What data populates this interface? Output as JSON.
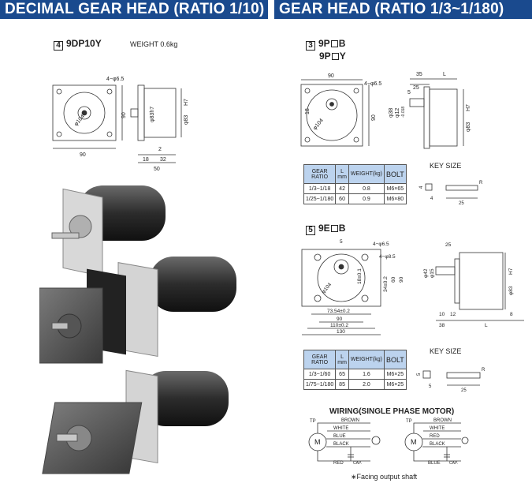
{
  "left": {
    "header": "DECIMAL GEAR HEAD (RATIO 1/10)",
    "num": "4",
    "model": "9DP10Y",
    "weight": "WEIGHT   0.6kg",
    "dims": {
      "d1": "4−φ6.5",
      "d2": "90",
      "d3": "90",
      "d4": "φ83h7",
      "d5": "φ83",
      "d6": "H7",
      "d7": "2",
      "d8": "18",
      "d9": "32",
      "d10": "50",
      "d11": "φ104"
    }
  },
  "right": {
    "header": "GEAR HEAD (RATIO 1/3~1/180)",
    "sec3": {
      "num": "3",
      "model1a": "9P",
      "model1b": "B",
      "model2a": "9P",
      "model2b": "Y",
      "dims": {
        "d1": "90",
        "d2": "4−φ6.5",
        "d3": "35",
        "d4": "L",
        "d5": "25",
        "d6": "5",
        "d7": "φ38",
        "d8": "φ12",
        "d9": "-0.018",
        "d10": "90",
        "d11": "18",
        "d12": "φ83",
        "d13": "H7",
        "d14": "φ104"
      },
      "table": {
        "headers": [
          "GEAR RATIO",
          "L\nmm",
          "WEIGHT(kg)",
          "BOLT"
        ],
        "rows": [
          [
            "1/3~1/18",
            "42",
            "0.8",
            "M6×65"
          ],
          [
            "1/25~1/180",
            "60",
            "0.9",
            "M6×80"
          ]
        ]
      },
      "key_title": "KEY SIZE",
      "key_dims": {
        "a": "4",
        "b": "4",
        "c": "25",
        "d": "R"
      }
    },
    "sec5": {
      "num": "5",
      "model_a": "9E",
      "model_b": "B",
      "dims": {
        "d1": "5",
        "d2": "4−φ6.5",
        "d3": "4−φ8.5",
        "d4": "φ104",
        "d5": "18±0.1",
        "d6": "34±0.2",
        "d7": "60",
        "d8": "90",
        "d9": "73.54±0.2",
        "d10": "90",
        "d11": "110±0.2",
        "d12": "130",
        "d13": "25",
        "d14": "φ42",
        "d15": "φ15",
        "d16": "φ83",
        "d17": "H7",
        "d18": "10",
        "d19": "12",
        "d20": "38",
        "d21": "L",
        "d22": "8"
      },
      "table": {
        "headers": [
          "GEAR RATIO",
          "L\nmm",
          "WEIGHT(kg)",
          "BOLT"
        ],
        "rows": [
          [
            "1/3~1/60",
            "65",
            "1.6",
            "M6×25"
          ],
          [
            "1/75~1/180",
            "85",
            "2.0",
            "M6×25"
          ]
        ]
      },
      "key_title": "KEY SIZE",
      "key_dims": {
        "a": "5",
        "b": "5",
        "c": "25",
        "d": "R"
      }
    },
    "wiring": {
      "title": "WIRING(SINGLE PHASE MOTOR)",
      "left": {
        "tp": "TP",
        "brown": "BROWN",
        "white": "WHITE",
        "blue": "BLUE",
        "black": "BLACK",
        "red": "RED",
        "cap": "CAP.",
        "m": "M"
      },
      "right": {
        "tp": "TP",
        "brown": "BROWN",
        "white": "WHITE",
        "red": "RED",
        "black": "BLACK",
        "blue": "BLUE",
        "cap": "CAP.",
        "m": "M"
      },
      "note": "∗Facing output shaft"
    }
  }
}
